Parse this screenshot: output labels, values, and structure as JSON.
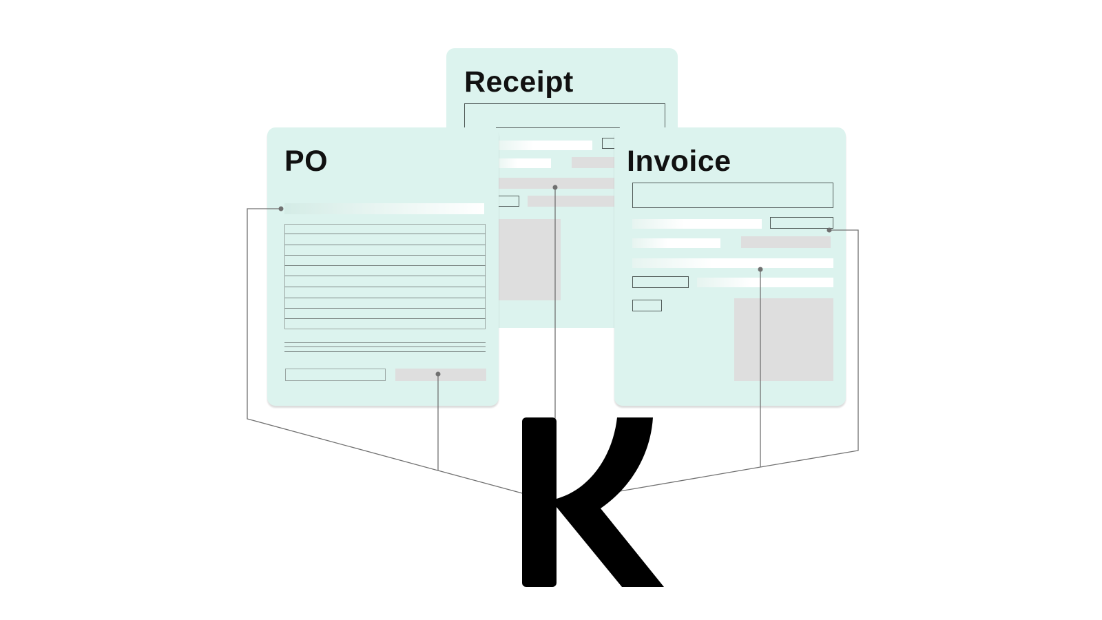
{
  "documents": {
    "receipt": {
      "title": "Receipt"
    },
    "po": {
      "title": "PO"
    },
    "invoice": {
      "title": "Invoice"
    }
  },
  "colors": {
    "card_background": "#dcf3ee",
    "placeholder_grey": "#dedede",
    "connector_line": "#707070",
    "logo": "#000000"
  },
  "icons": {
    "logo": "k-logo-icon"
  }
}
